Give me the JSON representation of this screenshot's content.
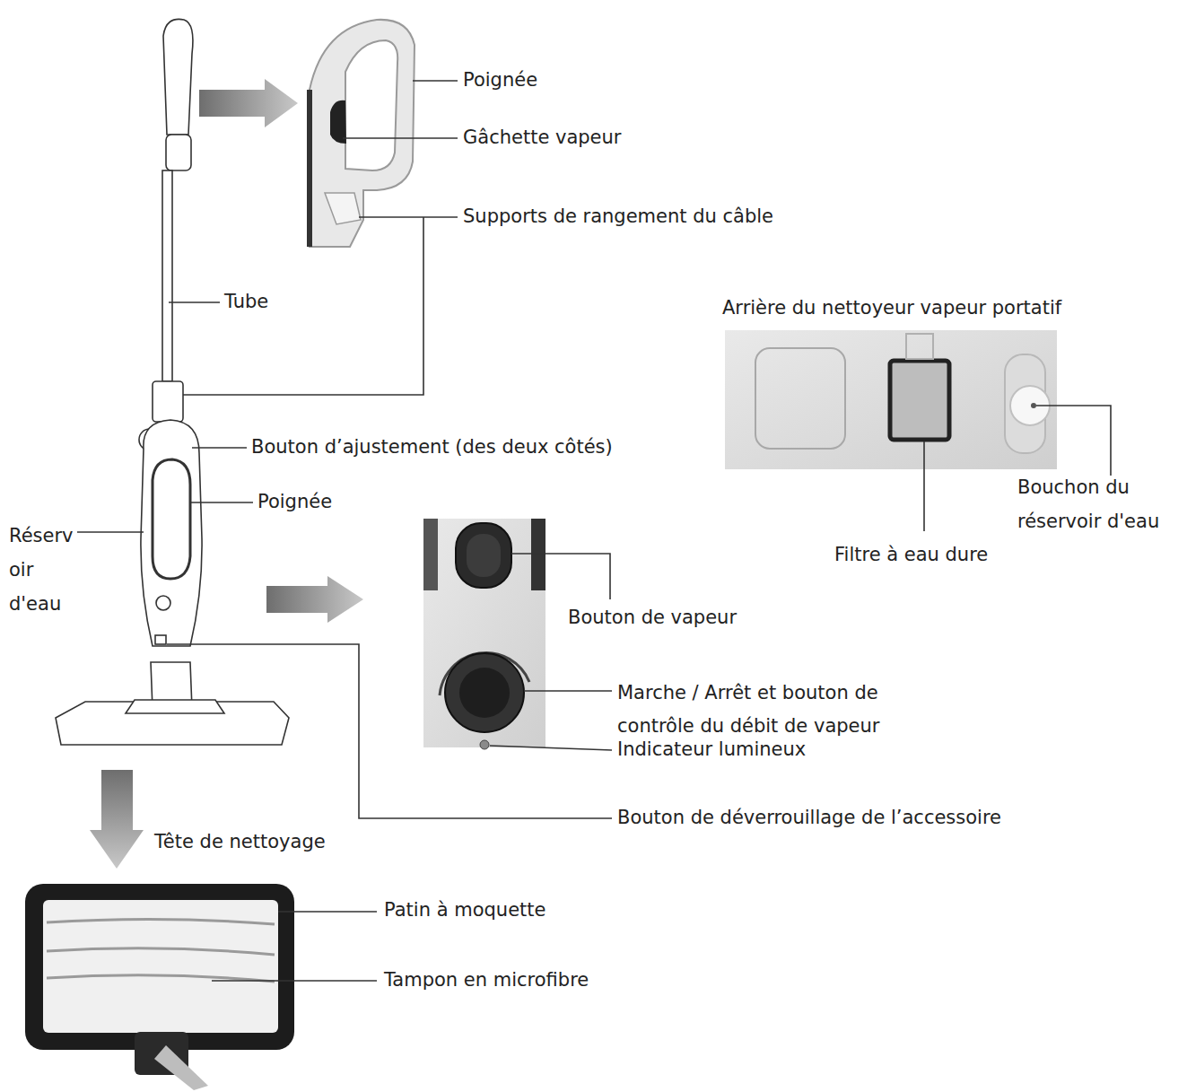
{
  "diagram": {
    "labels": [
      "Poignée",
      "Gâchette vapeur",
      "Supports de rangement du câble",
      "Tube",
      "Arrière du nettoyeur vapeur portatif",
      "Bouton d’ajustement (des deux côtés)",
      "Poignée",
      "Réserv oir d'eau",
      "Bouchon du réservoir d'eau",
      "Filtre à eau dure",
      "Bouton de vapeur",
      "Marche / Arrêt et bouton de contrôle du débit de vapeur",
      "Indicateur lumineux",
      "Bouton de déverrouillage de l’accessoire",
      "Tête de nettoyage",
      "Patin à moquette",
      "Tampon en microfibre"
    ]
  }
}
